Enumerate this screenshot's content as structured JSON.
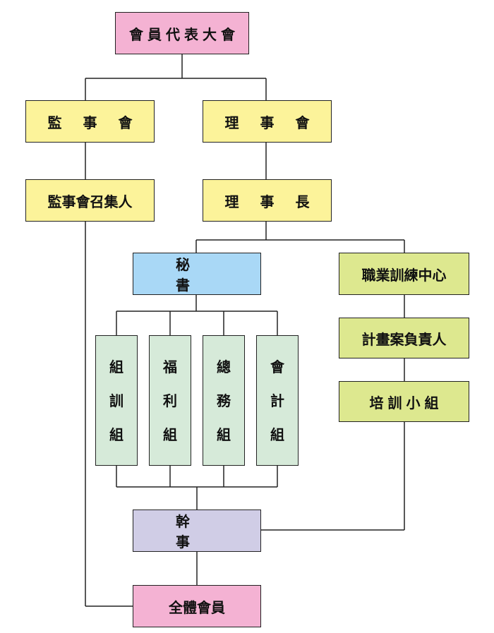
{
  "colors": {
    "assembly": "#f4b2d3",
    "board": "#fcf39a",
    "secretary": "#a9d8f6",
    "training": "#dde88f",
    "groups": "#d6ead9",
    "officer": "#d0cde6",
    "line": "#222222"
  },
  "nodes": {
    "assembly": "會員代表大會",
    "supervisors_board": "監事會",
    "directors_board": "理事會",
    "supervisor_convener": "監事會召集人",
    "chairman": "理事長",
    "secretary": "秘書",
    "training_center": "職業訓練中心",
    "project_lead": "計畫案負責人",
    "training_group": "培訓小組",
    "group_org_training": [
      "組",
      "訓",
      "組"
    ],
    "group_welfare": [
      "福",
      "利",
      "組"
    ],
    "group_general_affairs": [
      "總",
      "務",
      "組"
    ],
    "group_accounting": [
      "會",
      "計",
      "組"
    ],
    "officer": "幹事",
    "all_members": "全體會員"
  }
}
